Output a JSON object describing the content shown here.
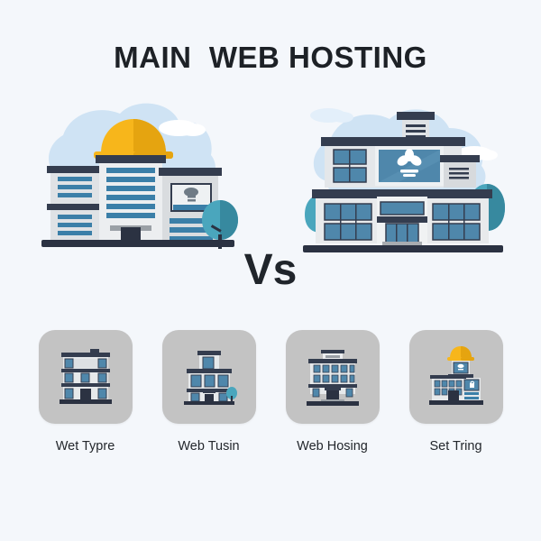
{
  "page": {
    "background_color": "#f4f7fb",
    "title": "MAIN  WEB HOSTING",
    "vs_label": "Vs"
  },
  "palette": {
    "background": "#f4f7fb",
    "text_dark": "#1d2126",
    "card_tile": "#c3c3c3",
    "hardhat_yellow": "#f7b61b",
    "hardhat_yellow_dark": "#e09a0d",
    "window_blue": "#3b7fa8",
    "window_blue_dark": "#2c6387",
    "glass_blue": "#4f87ab",
    "glass_blue_dark": "#3c6d8c",
    "roof_navy": "#343d4f",
    "navy_dark": "#2b3242",
    "wall_light": "#e8eaec",
    "wall_grey": "#cfd3d6",
    "tree_teal": "#4aa6bd",
    "tree_teal_dark": "#37899f",
    "blob_blue": "#cfe3f4",
    "cloud_white": "#ffffff"
  },
  "hero": {
    "left": {
      "name": "construction-office-building-illustration",
      "accessory": "yellow-hard-hat",
      "sign_icon": "cloud-server-icon",
      "has_tree": true
    },
    "right": {
      "name": "modern-office-building-illustration",
      "accessory": "rooftop-unit",
      "billboard_icon": "pinwheel-logo-icon",
      "has_tree": true
    }
  },
  "cards": [
    {
      "label": "Wet Typre",
      "icon": "three-story-building-icon"
    },
    {
      "label": "Web Tusin",
      "icon": "tower-building-tree-icon"
    },
    {
      "label": "Web Hosing",
      "icon": "civic-building-icon"
    },
    {
      "label": "Set Tring",
      "icon": "hardhat-building-icon"
    }
  ]
}
